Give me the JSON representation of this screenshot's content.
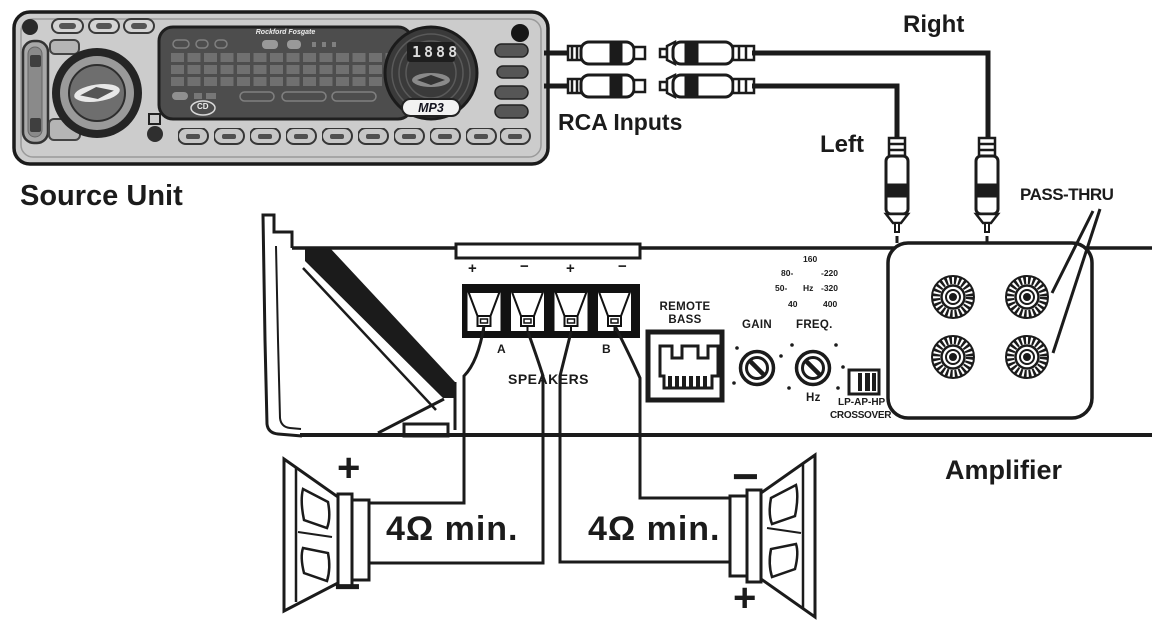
{
  "colors": {
    "ink": "#1b1b1b",
    "faceplate_gray": "#cccccc",
    "display_dark": "#4d4d4d",
    "knob_dark": "#252525",
    "white": "#ffffff"
  },
  "source_unit": {
    "caption": "Source Unit",
    "brand_logo_text": "Rockford Fosgate",
    "display_digits": "1888",
    "mp3_badge": "MP3",
    "cd_badge": "CD"
  },
  "interconnect": {
    "rca_inputs_label": "RCA Inputs",
    "right_label": "Right",
    "left_label": "Left"
  },
  "amplifier": {
    "caption": "Amplifier",
    "pass_thru_label": "PASS-THRU",
    "speaker_block": {
      "title": "SPEAKERS",
      "polarity": [
        "+",
        "−",
        "+",
        "−"
      ],
      "channel_a": "A",
      "channel_b": "B"
    },
    "remote_bass": {
      "line1": "REMOTE",
      "line2": "BASS"
    },
    "gain": {
      "label": "GAIN"
    },
    "freq": {
      "label": "FREQ.",
      "unit_below": "Hz",
      "scale": {
        "top": "160",
        "upper_left": "80-",
        "upper_right": "-220",
        "left": "50-",
        "center": "Hz",
        "right": "-320",
        "lower_left": "40",
        "lower_right": "400"
      }
    },
    "crossover": {
      "line1": "LP-AP-HP",
      "line2": "CROSSOVER"
    }
  },
  "speakers": {
    "left": {
      "top_sign": "+",
      "bottom_sign": "−",
      "impedance": "4Ω min."
    },
    "right": {
      "top_sign": "−",
      "bottom_sign": "+",
      "impedance": "4Ω min."
    }
  }
}
